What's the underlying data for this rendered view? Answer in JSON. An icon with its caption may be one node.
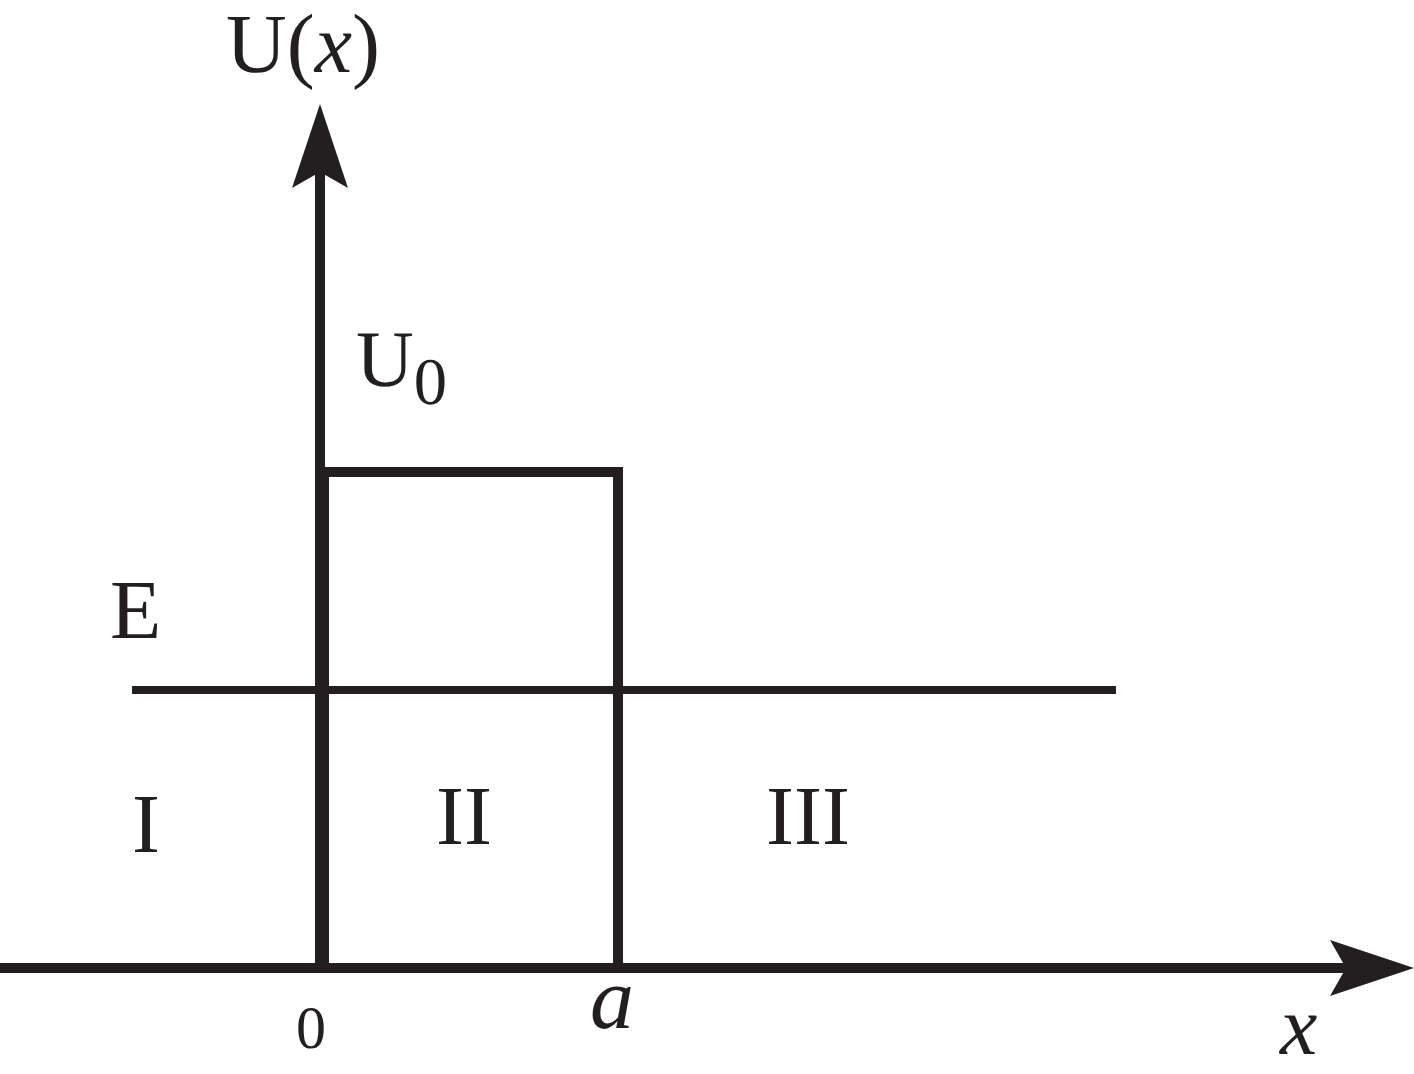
{
  "diagram": {
    "labels": [
      "U(*x*)",
      "U$_{0}$",
      "E",
      "I",
      "II",
      "III",
      "0",
      "a",
      "x"
    ]
  }
}
